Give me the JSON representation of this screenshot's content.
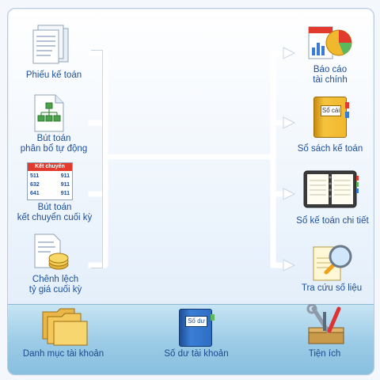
{
  "left_items": [
    {
      "label_lines": [
        "Phiếu kế toán"
      ]
    },
    {
      "label_lines": [
        "Bút toán",
        "phân bổ tự động"
      ]
    },
    {
      "label_lines": [
        "Bút toán",
        "kết chuyển cuối kỳ"
      ]
    },
    {
      "label_lines": [
        "Chênh lệch",
        "tỷ giá cuối kỳ"
      ]
    }
  ],
  "right_items": [
    {
      "label_lines": [
        "Báo cáo",
        "tài chính"
      ]
    },
    {
      "label_lines": [
        "Sổ sách kế toán"
      ]
    },
    {
      "label_lines": [
        "Sổ kế toán chi tiết"
      ]
    },
    {
      "label_lines": [
        "Tra cứu số liệu"
      ]
    }
  ],
  "bottom_items": [
    {
      "label": "Danh mục tài khoản"
    },
    {
      "label": "Số dư tài khoản"
    },
    {
      "label": "Tiện ích"
    }
  ],
  "icon_text": {
    "ket_chuyen_title": "Kết chuyển",
    "ket_chuyen_rows": [
      [
        "511",
        "911"
      ],
      [
        "632",
        "911"
      ],
      [
        "641",
        "911"
      ]
    ],
    "so_cai": "Sổ cái",
    "so_du": "Số dư"
  },
  "icons": {
    "left": [
      "documents-icon",
      "org-chart-icon",
      "ledger-transfer-icon",
      "coins-document-icon"
    ],
    "right": [
      "financial-report-icon",
      "ledger-book-icon",
      "notebook-icon",
      "magnifier-icon"
    ],
    "bottom": [
      "folders-icon",
      "balance-book-icon",
      "tools-icon"
    ]
  },
  "colors": {
    "accent_blue": "#1c4f9e",
    "connector": "#ffffff",
    "bottom_bar": "#9bcbe6"
  }
}
